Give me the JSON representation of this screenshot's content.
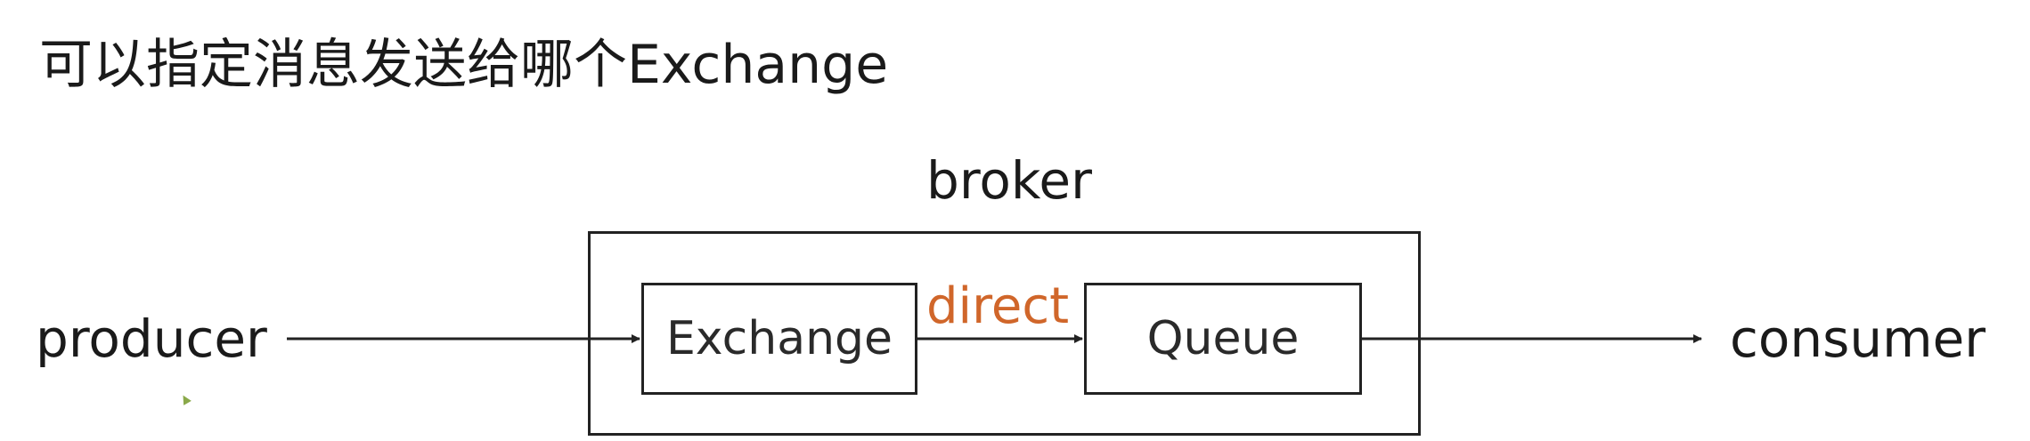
{
  "title": "可以指定消息发送给哪个Exchange",
  "diagram": {
    "broker_label": "broker",
    "producer_label": "producer",
    "consumer_label": "consumer",
    "exchange_label": "Exchange",
    "queue_label": "Queue",
    "edge_label": "direct",
    "edge_label_color": "#d0662a",
    "line_color": "#222222"
  }
}
